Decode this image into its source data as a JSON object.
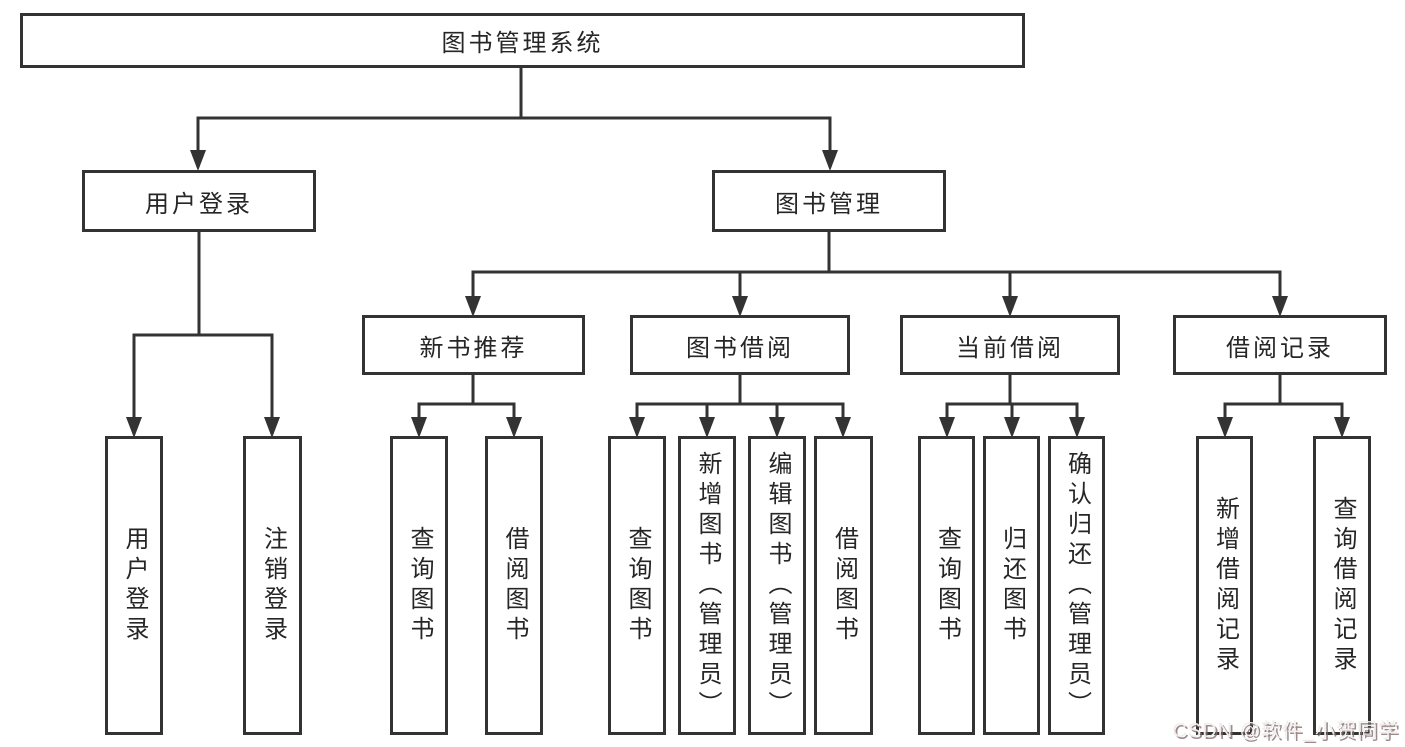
{
  "tree": {
    "root": {
      "label": "图书管理系统"
    },
    "branches": [
      {
        "label": "用户登录",
        "children": [
          {
            "label": "用户登录"
          },
          {
            "label": "注销登录"
          }
        ]
      },
      {
        "label": "图书管理",
        "children": [
          {
            "label": "新书推荐",
            "children": [
              {
                "label": "查询图书"
              },
              {
                "label": "借阅图书"
              }
            ]
          },
          {
            "label": "图书借阅",
            "children": [
              {
                "label": "查询图书"
              },
              {
                "label": "新增图书（管理员）"
              },
              {
                "label": "编辑图书（管理员）"
              },
              {
                "label": "借阅图书"
              }
            ]
          },
          {
            "label": "当前借阅",
            "children": [
              {
                "label": "查询图书"
              },
              {
                "label": "归还图书"
              },
              {
                "label": "确认归还（管理员）"
              }
            ]
          },
          {
            "label": "借阅记录",
            "children": [
              {
                "label": "新增借阅记录"
              },
              {
                "label": "查询借阅记录"
              }
            ]
          }
        ]
      }
    ]
  },
  "watermark": {
    "text": "CSDN @软件_小贺同学"
  },
  "colors": {
    "line": "#333333",
    "box_border": "#333333",
    "text": "#262626",
    "background": "#ffffff"
  }
}
